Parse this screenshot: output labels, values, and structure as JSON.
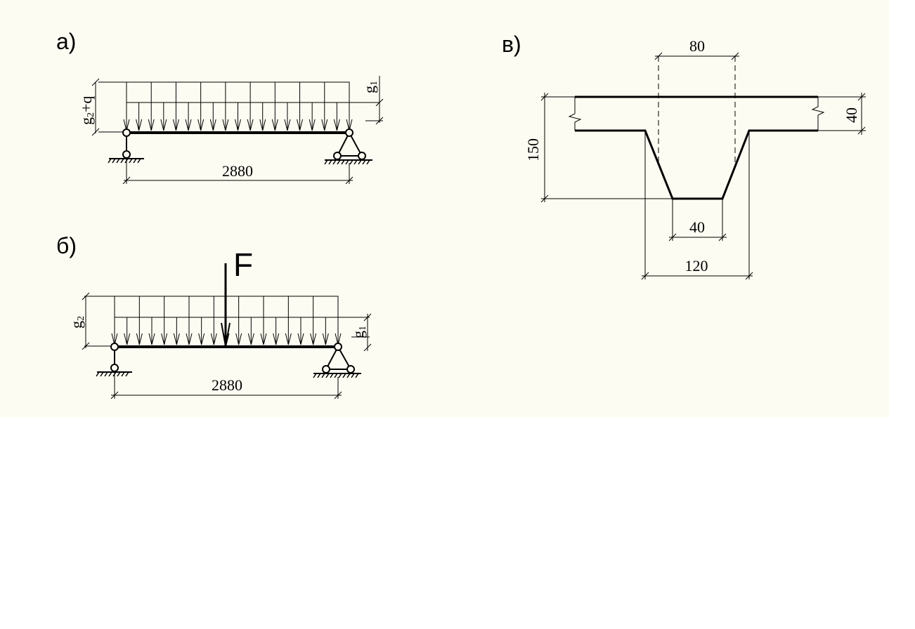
{
  "diagram_a": {
    "label": "а)",
    "load_left": {
      "base": "g",
      "sub": "2",
      "suffix": "+q"
    },
    "load_right": {
      "base": "g",
      "sub": "1"
    },
    "span": "2880"
  },
  "diagram_b": {
    "label": "б)",
    "force": "F",
    "load_left": {
      "base": "g",
      "sub": "2"
    },
    "load_right": {
      "base": "g",
      "sub": "1"
    },
    "span": "2880"
  },
  "diagram_v": {
    "label": "в)",
    "dim_top_width": "80",
    "dim_flange_thickness": "40",
    "dim_total_height": "150",
    "dim_bottom_width": "40",
    "dim_rib_base_width": "120"
  }
}
